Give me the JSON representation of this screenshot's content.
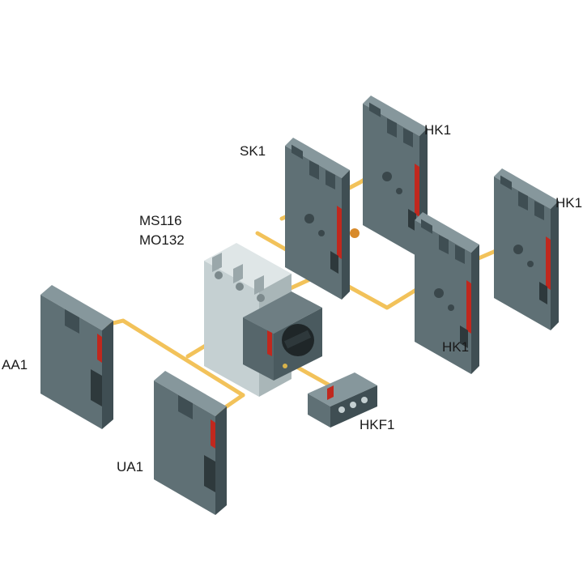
{
  "labels": {
    "ms116": "MS116",
    "mo132": "MO132",
    "sk1": "SK1",
    "hk1_top": "HK1",
    "hk1_right": "HK1",
    "hk1_mid": "HK1",
    "aa1": "AA1",
    "ua1": "UA1",
    "hkf1": "HKF1"
  },
  "colors": {
    "module_front": "#5f7075",
    "module_side": "#3f4e53",
    "module_top": "#86979c",
    "breaker_body": "#c5d0d2",
    "red_strip": "#c0281e",
    "connector": "#f2c25a"
  }
}
